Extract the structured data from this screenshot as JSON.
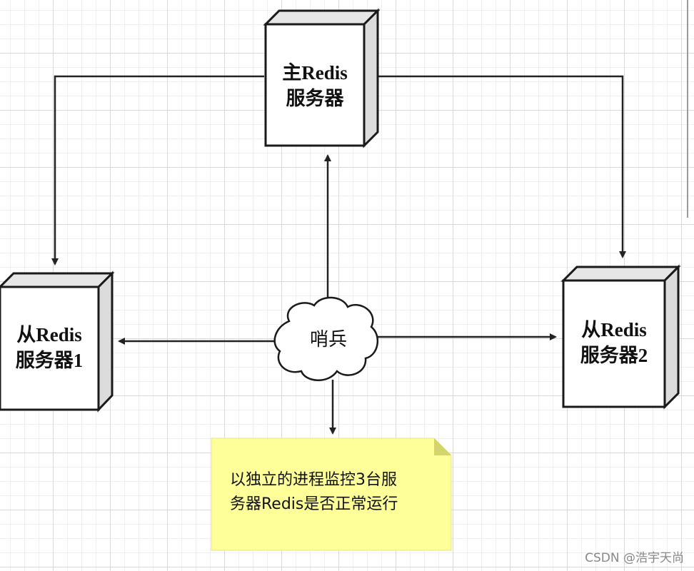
{
  "diagram": {
    "master": {
      "line1": "主Redis",
      "line2": "服务器"
    },
    "slave1": {
      "line1": "从Redis",
      "line2": "服务器1"
    },
    "slave2": {
      "line1": "从Redis",
      "line2": "服务器2"
    },
    "sentinel": {
      "label": "哨兵"
    },
    "note": {
      "line1": "以独立的进程监控3台服",
      "line2": "务器Redis是否正常运行"
    }
  },
  "colors": {
    "box_face": "#ffffff",
    "box_side": "#e6e6e6",
    "box_stroke": "#1a1a1a",
    "arrow": "#222222",
    "note_fill": "#ffff99",
    "note_fold": "#d4d46a"
  },
  "watermark": "CSDN @浩宇天尚"
}
